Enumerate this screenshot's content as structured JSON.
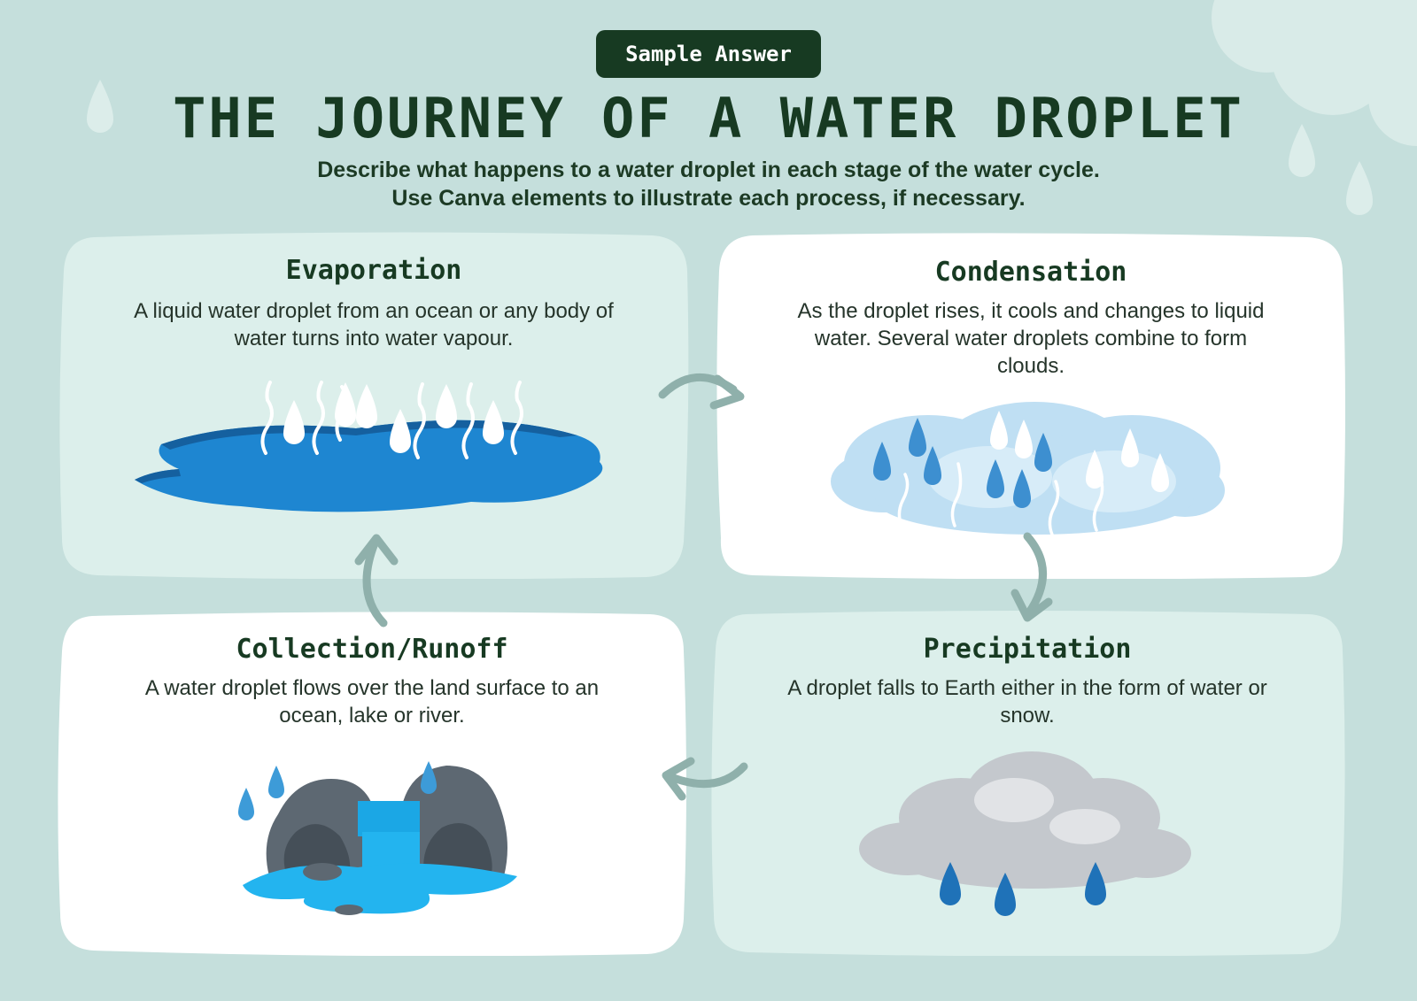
{
  "badge": "Sample Answer",
  "title": "THE JOURNEY OF A WATER DROPLET",
  "instructions": {
    "line1": "Describe what happens to a water droplet in each stage of the water cycle.",
    "line2": "Use Canva elements to illustrate each process, if necessary."
  },
  "colors": {
    "background": "#c5dfdc",
    "card_light": "#dcefeb",
    "card_white": "#ffffff",
    "dark_green": "#173a22",
    "arrow": "#8fb0ab",
    "water": "#1e86d1"
  },
  "stages": {
    "evaporation": {
      "title": "Evaporation",
      "text": "A liquid water droplet from an ocean or any body of water turns into water vapour.",
      "icon": "water-body-with-vapour-icon"
    },
    "condensation": {
      "title": "Condensation",
      "text": "As the droplet rises, it cools and changes to liquid water. Several water droplets combine to form clouds.",
      "icon": "cloud-forming-icon"
    },
    "precipitation": {
      "title": "Precipitation",
      "text": "A droplet falls to Earth either in the form of water or snow.",
      "icon": "rain-cloud-icon"
    },
    "collection": {
      "title": "Collection/Runoff",
      "text": "A water droplet flows over the land surface to an ocean, lake or river.",
      "icon": "waterfall-rocks-icon"
    }
  }
}
